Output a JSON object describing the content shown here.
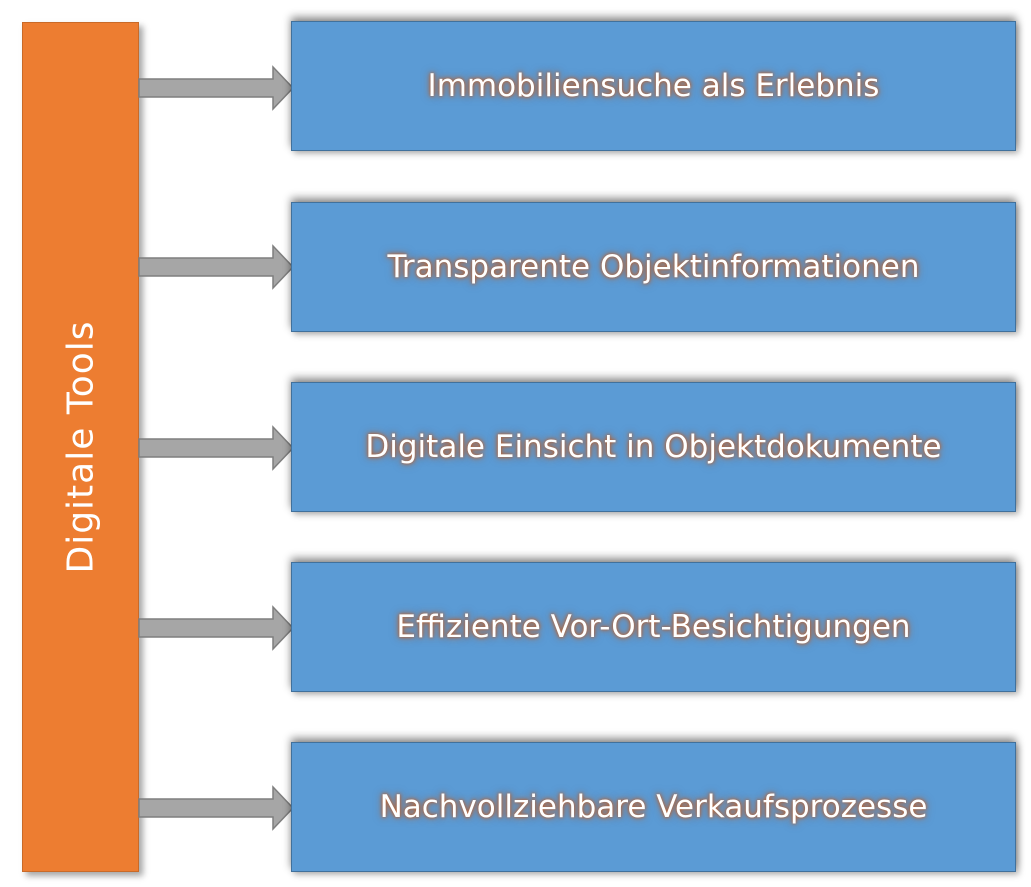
{
  "bar": {
    "label": "Digitale Tools",
    "color": "#ed7d31"
  },
  "items": [
    {
      "label": "Immobiliensuche als Erlebnis"
    },
    {
      "label": "Transparente Objektinformationen"
    },
    {
      "label": "Digitale Einsicht in Objektdokumente"
    },
    {
      "label": "Effiziente Vor-Ort-Besichtigungen"
    },
    {
      "label": "Nachvollziehbare Verkaufsprozesse"
    }
  ],
  "colors": {
    "box_fill": "#5b9bd5",
    "arrow_fill": "#a6a6a6",
    "text_glow": "#be5f28"
  }
}
